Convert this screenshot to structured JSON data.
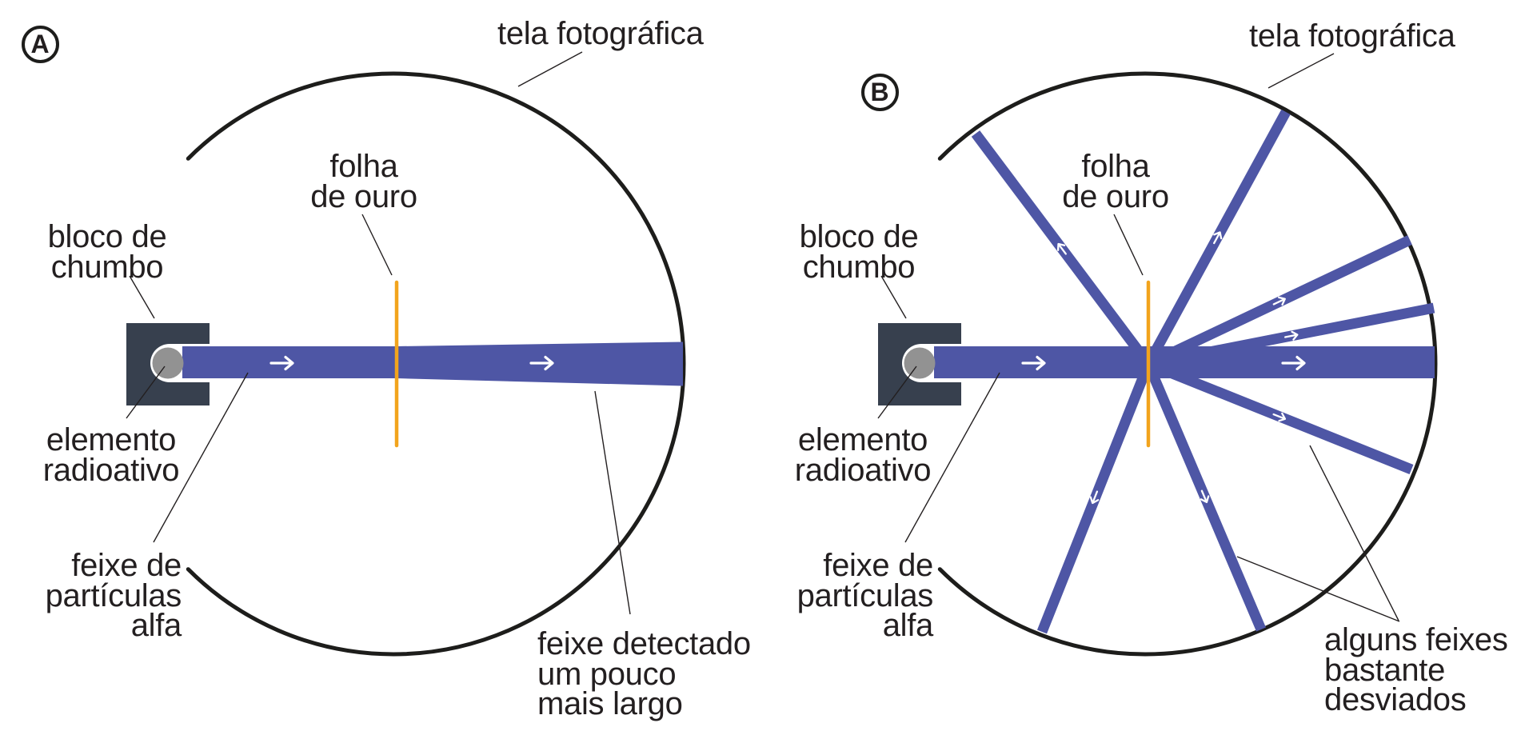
{
  "colors": {
    "background": "#ffffff",
    "outline": "#1d1d1b",
    "text": "#231f20",
    "beam": "#4e56a5",
    "foil": "#f2a41d",
    "block": "#37404e",
    "source": "#929292",
    "arrow": "#ffffff",
    "leader": "#231f20"
  },
  "panel_a": {
    "badge": "A",
    "screen_label": "tela fotográfica",
    "foil_label": [
      "folha",
      "de ouro"
    ],
    "block_label": [
      "bloco de",
      "chumbo"
    ],
    "source_label": [
      "elemento",
      "radioativo"
    ],
    "beam_label": [
      "feixe de",
      "partículas",
      "alfa"
    ],
    "detected_label": [
      "feixe detectado",
      "um pouco",
      "mais largo"
    ]
  },
  "panel_b": {
    "badge": "B",
    "screen_label": "tela fotográfica",
    "foil_label": [
      "folha",
      "de ouro"
    ],
    "block_label": [
      "bloco de",
      "chumbo"
    ],
    "source_label": [
      "elemento",
      "radioativo"
    ],
    "beam_label": [
      "feixe de",
      "partículas",
      "alfa"
    ],
    "deflected_label": [
      "alguns feixes",
      "bastante",
      "desviados"
    ]
  }
}
